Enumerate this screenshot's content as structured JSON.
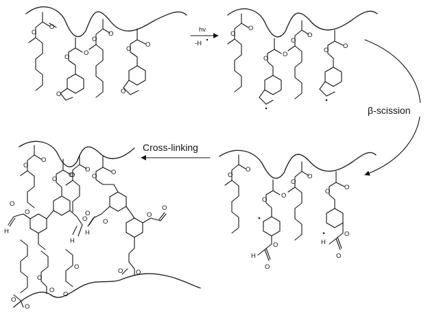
{
  "labels": {
    "step1_top": "hv",
    "step1_bottom": "-H",
    "step2": "β-scission",
    "step3": "Cross-linking"
  },
  "atoms": {
    "oxygen": "O",
    "hydrogen": "H"
  },
  "colors": {
    "ink": "#111111",
    "background": "#ffffff"
  }
}
